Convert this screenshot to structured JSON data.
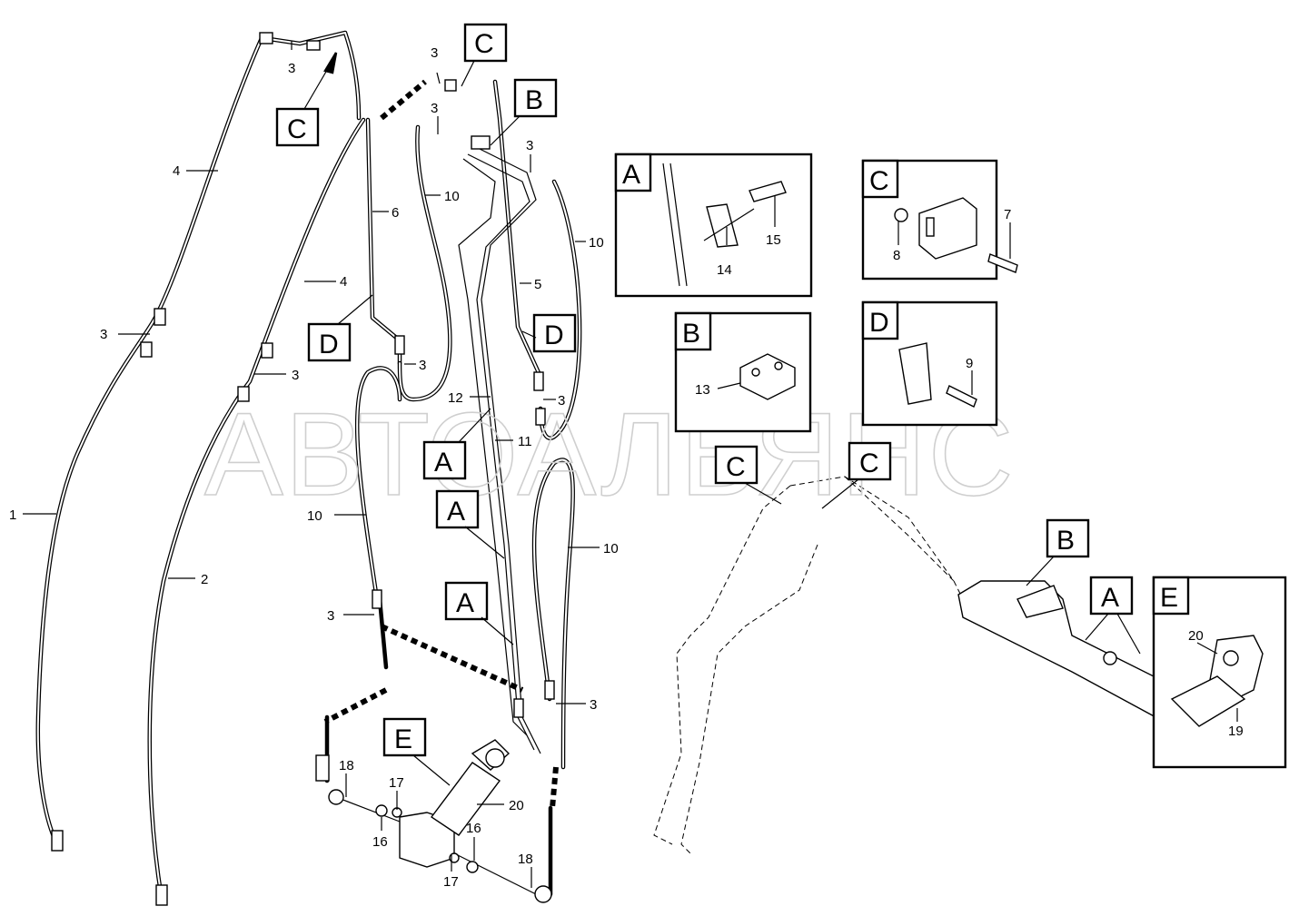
{
  "watermark": "АВТОАЛЬЯНС",
  "part_numbers": {
    "p1": "1",
    "p2": "2",
    "p3a": "3",
    "p3b": "3",
    "p3c": "3",
    "p3d": "3",
    "p3e": "3",
    "p3f": "3",
    "p3g": "3",
    "p3h": "3",
    "p3i": "3",
    "p3j": "3",
    "p4a": "4",
    "p4b": "4",
    "p5": "5",
    "p6": "6",
    "p7": "7",
    "p8": "8",
    "p9": "9",
    "p10a": "10",
    "p10b": "10",
    "p10c": "10",
    "p10d": "10",
    "p11": "11",
    "p12": "12",
    "p13": "13",
    "p14": "14",
    "p15": "15",
    "p16a": "16",
    "p16b": "16",
    "p17a": "17",
    "p17b": "17",
    "p18a": "18",
    "p18b": "18",
    "p19": "19",
    "p20a": "20",
    "p20b": "20"
  },
  "callouts": {
    "c1": "C",
    "c2": "C",
    "b1": "B",
    "d1": "D",
    "d2": "D",
    "a1": "A",
    "a2": "A",
    "a3": "A",
    "e1": "E",
    "c3": "C",
    "c4": "C",
    "b2": "B",
    "a4": "A"
  },
  "detail_views": {
    "a": "A",
    "b": "B",
    "c": "C",
    "d": "D",
    "e": "E"
  }
}
